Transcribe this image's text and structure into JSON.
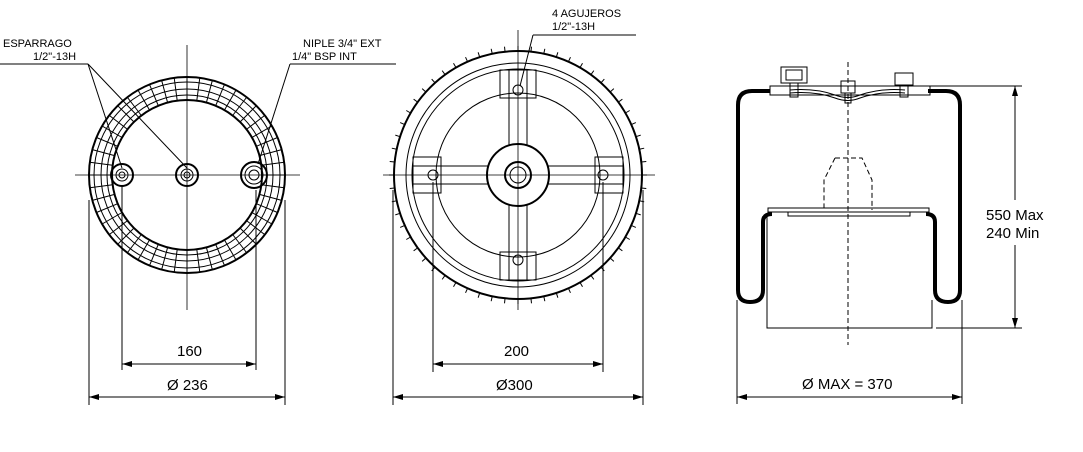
{
  "top_view": {
    "stud_label": "ESPARRAGO",
    "stud_spec": "1/2\"-13H",
    "fitting_label": "NIPLE 3/4\" EXT",
    "fitting_spec": "1/4\" BSP INT",
    "dim_spacing": "160",
    "dim_diameter": "Ø 236"
  },
  "bottom_view": {
    "holes_label": "4 AGUJEROS",
    "holes_spec": "1/2\"-13H",
    "dim_spacing": "200",
    "dim_diameter": "Ø300"
  },
  "side_view": {
    "height_max": "550 Max",
    "height_min": "240 Min",
    "dim_diameter": "Ø MAX = 370"
  }
}
